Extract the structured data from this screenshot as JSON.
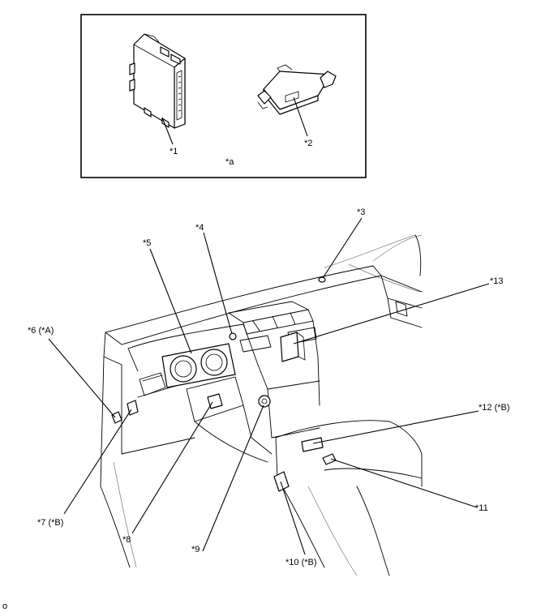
{
  "inset": {
    "label": "*a",
    "callouts": [
      "*1",
      "*2"
    ]
  },
  "callouts": {
    "c3": "*3",
    "c4": "*4",
    "c5": "*5",
    "c6": "*6 (*A)",
    "c7": "*7 (*B)",
    "c8": "*8",
    "c9": "*9",
    "c10": "*10 (*B)",
    "c11": "*11",
    "c12": "*12 (*B)",
    "c13": "*13"
  },
  "corner_mark": "o"
}
